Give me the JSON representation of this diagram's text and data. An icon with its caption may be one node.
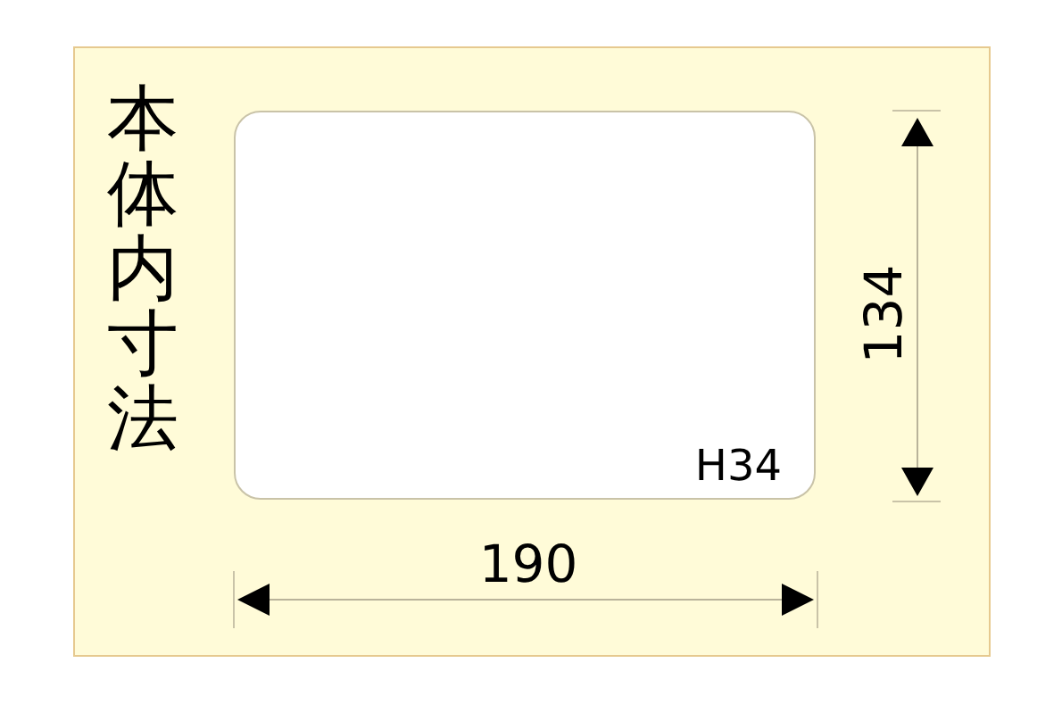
{
  "diagram": {
    "title": "本体内寸法",
    "nodes": [
      {
        "text": [
          "H34"
        ]
      }
    ],
    "labels": [
      "190",
      "134"
    ]
  }
}
